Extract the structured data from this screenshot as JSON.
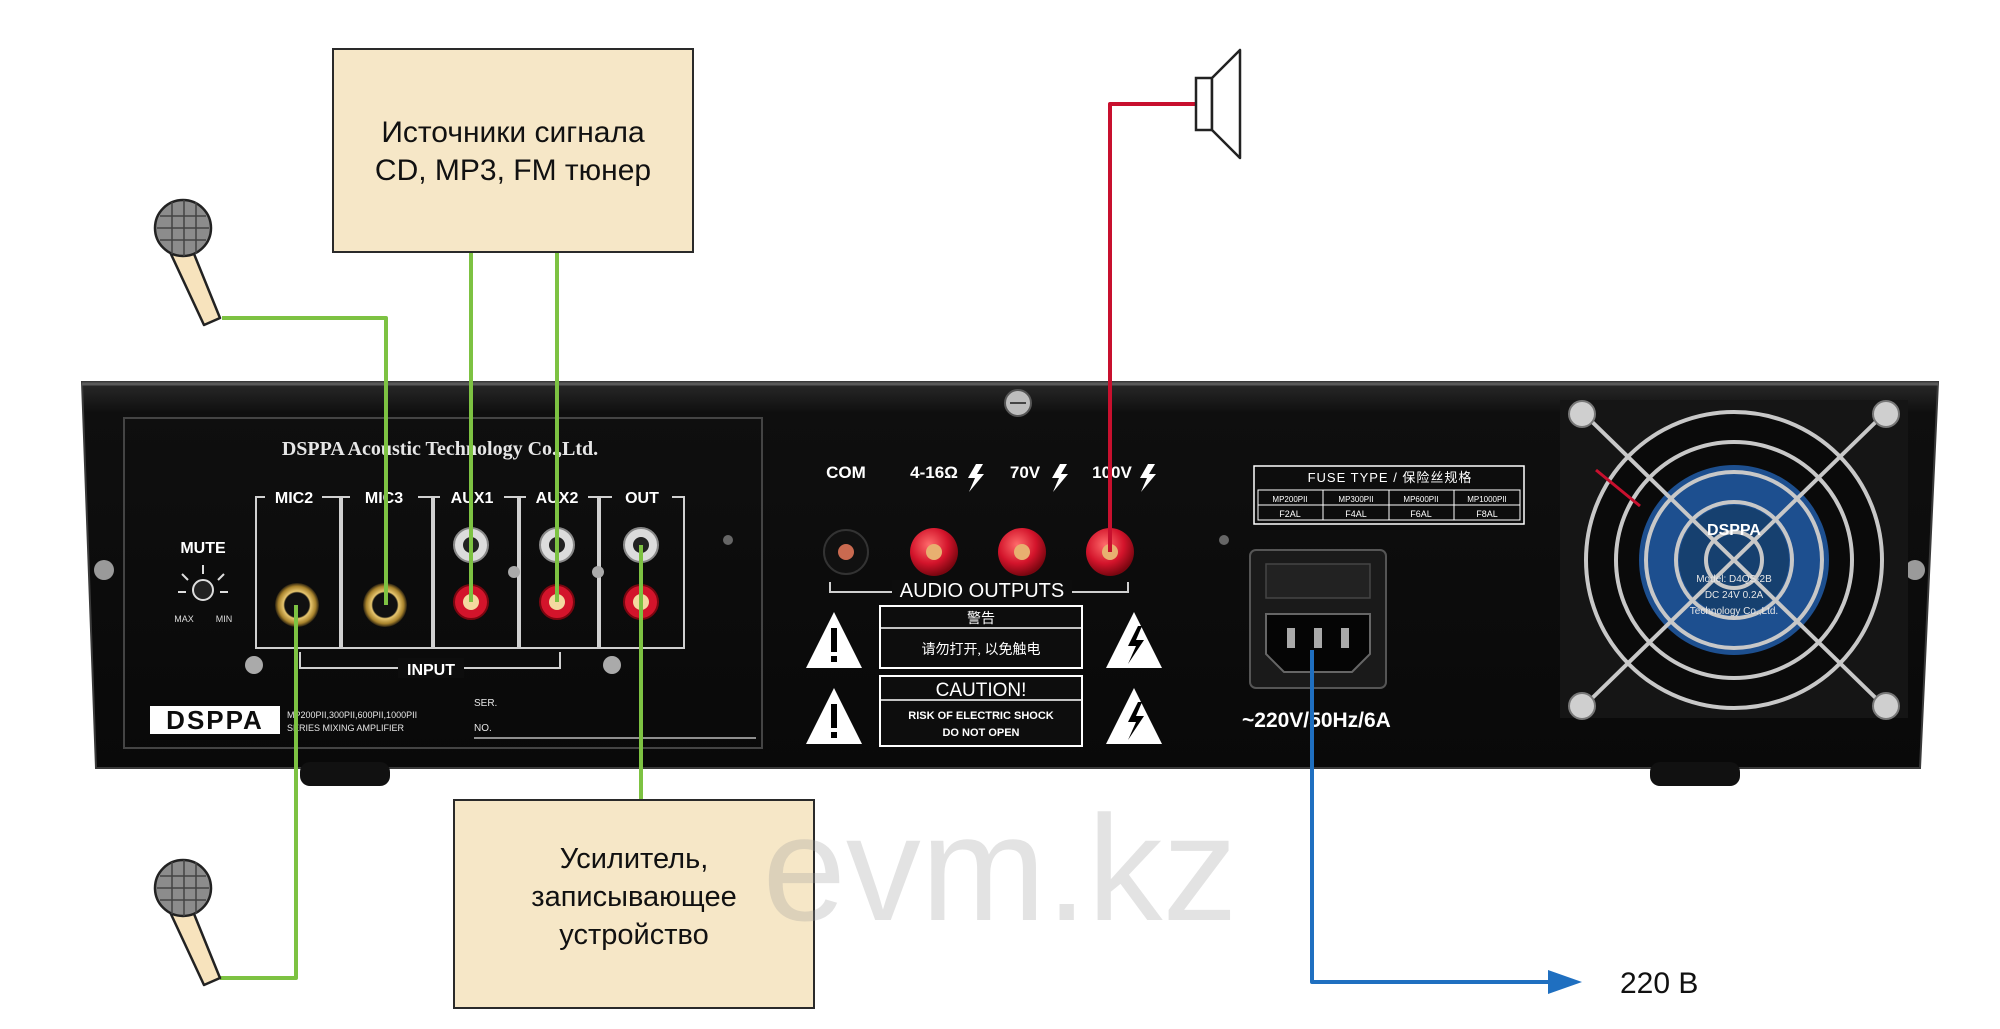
{
  "labels": {
    "sources_line1": "Источники сигнала",
    "sources_line2": "CD, MP3, FM тюнер",
    "amp_line1": "Усилитель,",
    "amp_line2": "записывающее",
    "amp_line3": "устройство",
    "mains_out": "220 В",
    "watermark": "evm.kz"
  },
  "panel": {
    "brand_title": "DSPPA Acoustic Technology Co.,Ltd.",
    "logo": "DSPPA",
    "model_line1": "MP200PII,300PII,600PII,1000PII",
    "model_line2": "SERIES MIXING AMPLIFIER",
    "ser_label": "SER.",
    "no_label": "NO.",
    "mute_label": "MUTE",
    "max_label": "MAX",
    "min_label": "MIN",
    "input_label": "INPUT",
    "mic2": "MIC2",
    "mic3": "MIC3",
    "aux1": "AUX1",
    "aux2": "AUX2",
    "out": "OUT",
    "com": "COM",
    "ohm": "4-16Ω",
    "v70": "70V",
    "v100": "100V",
    "audio_outputs": "AUDIO OUTPUTS",
    "warning_cn": "警告",
    "warning_cn_text": "请勿打开, 以免触电",
    "caution_title": "CAUTION!",
    "caution_line1": "RISK OF ELECTRIC SHOCK",
    "caution_line2": "DO NOT OPEN",
    "fuse_title": "FUSE TYPE / 保险丝规格",
    "fuse_models": [
      "MP200PII",
      "MP300PII",
      "MP600PII",
      "MP1000PII"
    ],
    "fuse_values": [
      "F2AL",
      "F4AL",
      "F6AL",
      "F8AL"
    ],
    "power_rating": "~220V/50Hz/6A",
    "fan_brand": "DSPPA",
    "fan_line1": "Model: D4QS-2B",
    "fan_line2": "DC 24V 0.2A",
    "fan_line3": "Technology Co.,Ltd."
  },
  "colors": {
    "green_wire": "#7dc242",
    "red_wire": "#c8102e",
    "blue_wire": "#1f6fc0",
    "box_fill": "#f6e7c7",
    "panel": "#101010",
    "terminal_red": "#d3142b"
  }
}
